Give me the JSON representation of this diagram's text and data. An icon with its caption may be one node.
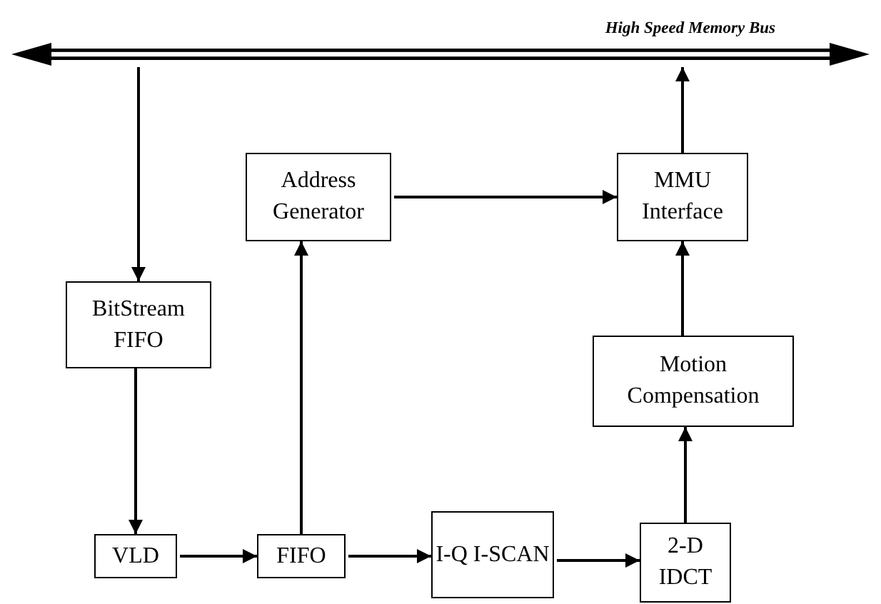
{
  "diagram": {
    "nodes": [
      {
        "text": [
          "High Speed Memory Bus"
        ]
      },
      {
        "text": [
          "Address Generator"
        ]
      },
      {
        "text": [
          "MMU Interface"
        ]
      },
      {
        "text": [
          "BitStream FIFO"
        ]
      },
      {
        "text": [
          "Motion Compensation"
        ]
      },
      {
        "text": [
          "VLD"
        ]
      },
      {
        "text": [
          "FIFO"
        ]
      },
      {
        "text": [
          "I-Q I-SCAN"
        ]
      },
      {
        "text": [
          "2-D IDCT"
        ]
      }
    ],
    "edges": [
      {
        "from": 0,
        "to": 3,
        "arrow": "to"
      },
      {
        "from": 3,
        "to": 5,
        "arrow": "to"
      },
      {
        "from": 5,
        "to": 6,
        "arrow": "to"
      },
      {
        "from": 6,
        "to": 7,
        "arrow": "to"
      },
      {
        "from": 7,
        "to": 8,
        "arrow": "to"
      },
      {
        "from": 8,
        "to": 4,
        "arrow": "to"
      },
      {
        "from": 4,
        "to": 2,
        "arrow": "to"
      },
      {
        "from": 2,
        "to": 0,
        "arrow": "to"
      },
      {
        "from": 6,
        "to": 1,
        "arrow": "to"
      },
      {
        "from": 1,
        "to": 2,
        "arrow": "to"
      }
    ]
  }
}
